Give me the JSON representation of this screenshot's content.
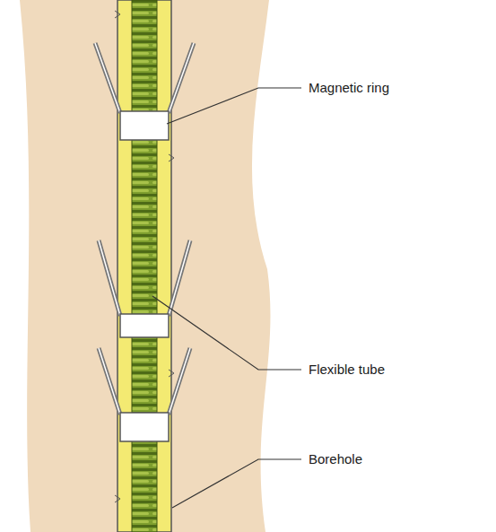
{
  "diagram": {
    "labels": [
      "Magnetic ring",
      "Flexible tube",
      "Borehole"
    ]
  }
}
